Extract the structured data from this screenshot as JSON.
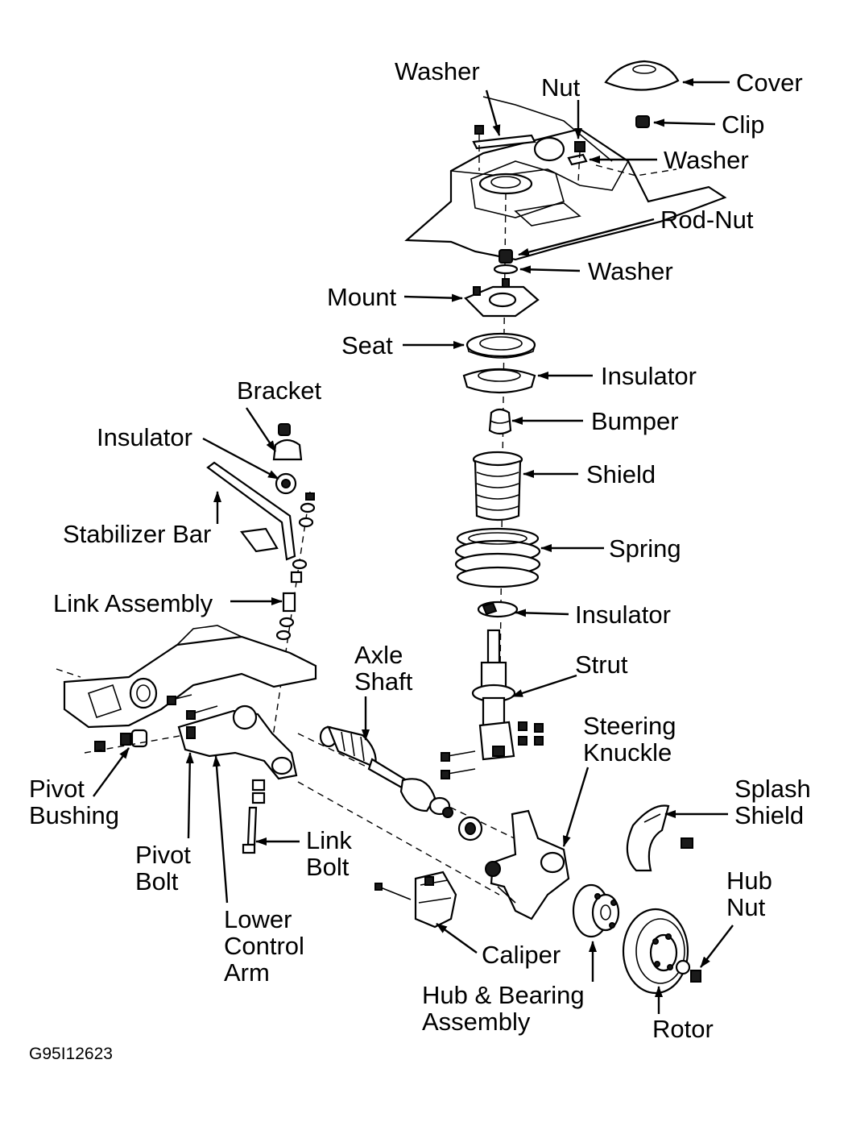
{
  "labels": {
    "washer_top": "Washer",
    "nut": "Nut",
    "cover": "Cover",
    "clip": "Clip",
    "washer_right": "Washer",
    "rod_nut": "Rod-Nut",
    "washer_mid": "Washer",
    "mount": "Mount",
    "seat": "Seat",
    "insulator_upper": "Insulator",
    "bracket": "Bracket",
    "insulator_left": "Insulator",
    "bumper": "Bumper",
    "shield": "Shield",
    "stabilizer_bar": "Stabilizer Bar",
    "spring": "Spring",
    "link_assembly": "Link Assembly",
    "insulator_lower": "Insulator",
    "axle_shaft": [
      "Axle",
      "Shaft"
    ],
    "strut": "Strut",
    "steering_knuckle": [
      "Steering",
      "Knuckle"
    ],
    "splash_shield": [
      "Splash",
      "Shield"
    ],
    "pivot_bushing": [
      "Pivot",
      "Bushing"
    ],
    "link_bolt": [
      "Link",
      "Bolt"
    ],
    "pivot_bolt": [
      "Pivot",
      "Bolt"
    ],
    "hub_nut": [
      "Hub",
      "Nut"
    ],
    "lower_control_arm": [
      "Lower",
      "Control",
      "Arm"
    ],
    "caliper": "Caliper",
    "hub_bearing_assembly": [
      "Hub & Bearing",
      "Assembly"
    ],
    "rotor": "Rotor"
  },
  "figure_code": "G95I12623"
}
